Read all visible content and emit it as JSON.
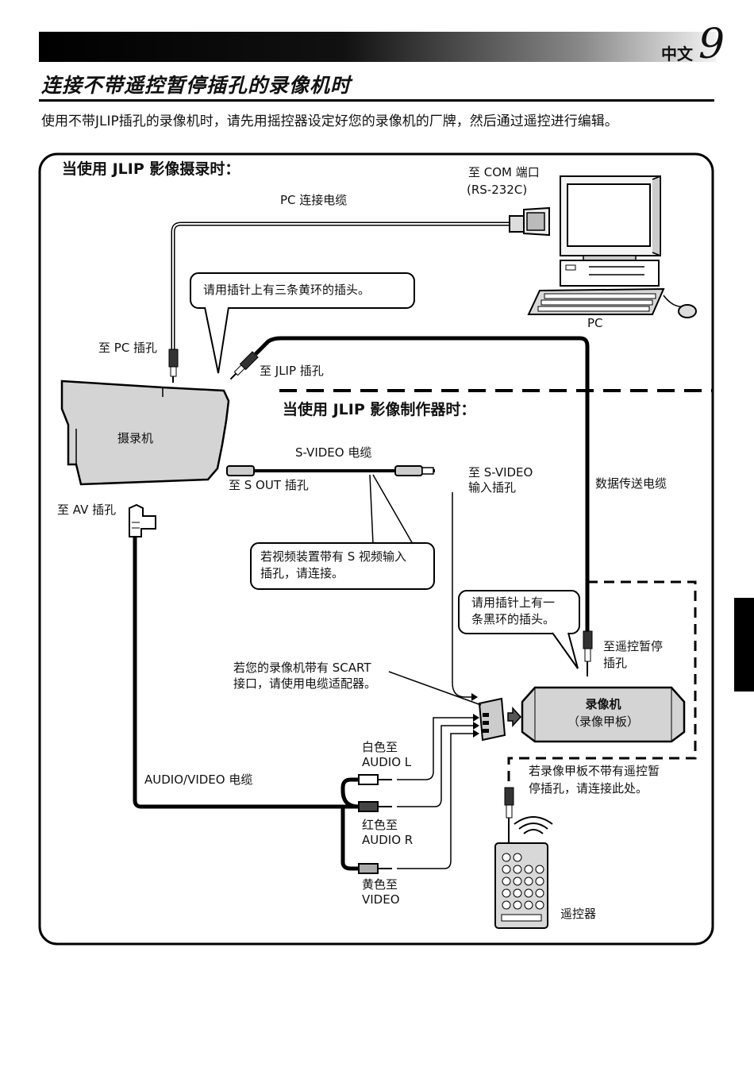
{
  "header": {
    "language": "中文",
    "page_number": "9"
  },
  "section_title": "连接不带遥控暂停插孔的录像机时",
  "intro": "使用不带JLIP插孔的录像机时，请先用摇控器设定好您的录像机的厂牌，然后通过遥控进行编辑。",
  "diagram": {
    "jlip_section_title": "当使用 JLIP 影像摄录时：",
    "production_section_title": "当使用 JLIP 影像制作器时：",
    "com_port": "至 COM 端口",
    "rs232c": "(RS-232C)",
    "pc_cable": "PC 连接电缆",
    "pc": "PC",
    "callout_three_rings": "请用插针上有三条黄环的插头。",
    "to_pc_jack": "至 PC 插孔",
    "to_jlip_jack": "至 JLIP 插孔",
    "camcorder": "摄录机",
    "svideo_cable": "S-VIDEO 电缆",
    "to_sout_jack": "至 S OUT 插孔",
    "to_svideo_input_1": "至 S-VIDEO",
    "to_svideo_input_2": "输入插孔",
    "data_cable": "数据传送电缆",
    "to_av_jack": "至 AV 插孔",
    "callout_svideo_1": "若视频装置带有 S 视频输入",
    "callout_svideo_2": "插孔，请连接。",
    "callout_black_ring_1": "请用插针上有一",
    "callout_black_ring_2": "条黑环的插头。",
    "to_remote_pause_1": "至遥控暂停",
    "to_remote_pause_2": "插孔",
    "scart_note_1": "若您的录像机带有 SCART",
    "scart_note_2": "接口，请使用电缆适配器。",
    "vcr_1": "录像机",
    "vcr_2": "（录像甲板）",
    "white_to": "白色至",
    "audio_l": "AUDIO L",
    "av_cable": "AUDIO/VIDEO 电缆",
    "no_remote_note_1": "若录像甲板不带有遥控暂",
    "no_remote_note_2": "停插孔，请连接此处。",
    "red_to": "红色至",
    "audio_r": "AUDIO R",
    "yellow_to": "黄色至",
    "video": "VIDEO",
    "remote": "遥控器"
  }
}
